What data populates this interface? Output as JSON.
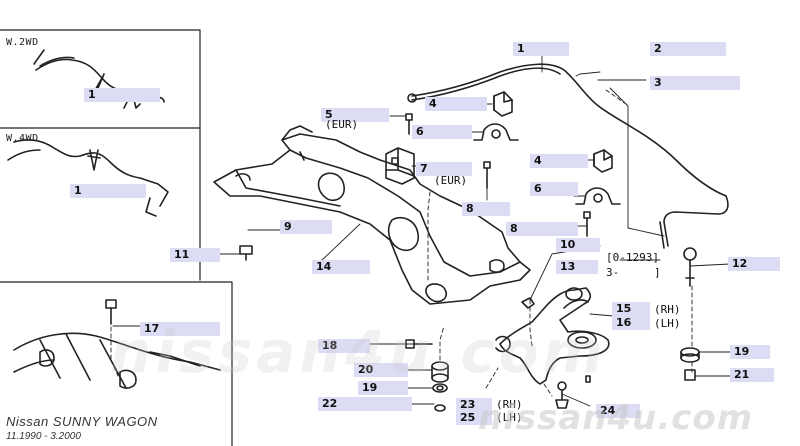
{
  "insets": {
    "w2wd_title": "W.2WD",
    "w4wd_title": "W.4WD"
  },
  "labels": {
    "l1_top": "1",
    "l2": "2",
    "l3": "3",
    "l4_a": "4",
    "l4_b": "4",
    "l5": "5",
    "l6_a": "6",
    "l6_b": "6",
    "l7": "7",
    "l8_a": "8",
    "l8_b": "8",
    "l9": "9",
    "l10": "10",
    "l11": "11",
    "l12": "12",
    "l13": "13",
    "l14": "14",
    "l15": "15",
    "l16": "16",
    "l17": "17",
    "l18": "18",
    "l19_a": "19",
    "l19_b": "19",
    "l20": "20",
    "l21": "21",
    "l22": "22",
    "l23": "23",
    "l24": "24",
    "l25": "25",
    "l1_w2wd": "1",
    "l1_w4wd": "1"
  },
  "notes": {
    "eur_5": "(EUR)",
    "eur_7": "(EUR)",
    "range_10": "[0-1293]",
    "range_13a": "3-",
    "range_13b": "]",
    "rh_15": "(RH)",
    "lh_16": "(LH)",
    "rh_23": "(RH)",
    "lh_25": "(LH)"
  },
  "footer": {
    "title": "Nissan SUNNY WAGON",
    "subtitle": "11.1990 - 3.2000"
  },
  "watermarks": {
    "big": "nissan4u.com",
    "small": "nissan4u.com"
  },
  "colors": {
    "label_bg": "#dcdcf4",
    "line": "#222222"
  }
}
